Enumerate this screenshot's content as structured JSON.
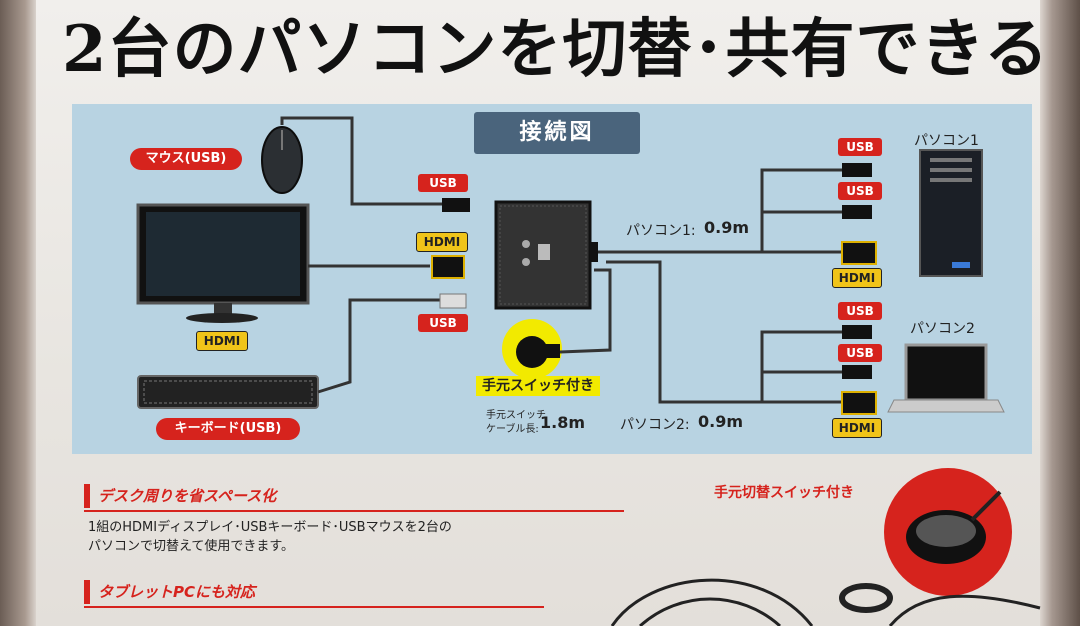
{
  "headline": "2台のパソコンを切替･共有できる",
  "diagram": {
    "title": "接続図",
    "labels": {
      "mouse": "マウス(USB)",
      "keyboard": "キーボード(USB)",
      "monitor_hdmi": "HDMI",
      "usb_top": "USB",
      "hdmi_mid": "HDMI",
      "usb_mid": "USB",
      "hand_switch": "手元スイッチ付き",
      "switch_cable_line1": "手元スイッチ",
      "switch_cable_line2": "ケーブル長:",
      "switch_cable_len": "1.8m",
      "pc1_cable_label": "パソコン1:",
      "pc1_cable_len": "0.9m",
      "pc2_cable_label": "パソコン2:",
      "pc2_cable_len": "0.9m",
      "pc1_name": "パソコン1",
      "pc2_name": "パソコン2",
      "pc1_usb1": "USB",
      "pc1_usb2": "USB",
      "pc1_hdmi": "HDMI",
      "pc2_usb1": "USB",
      "pc2_usb2": "USB",
      "pc2_hdmi": "HDMI"
    }
  },
  "sections": [
    {
      "heading": "デスク周りを省スペース化",
      "body_line1": "1組のHDMIディスプレイ･USBキーボード･USBマウスを2台の",
      "body_line2": "パソコンで切替えて使用できます。"
    },
    {
      "heading": "タブレットPCにも対応"
    }
  ],
  "switch_photo_heading": "手元切替スイッチ付き",
  "colors": {
    "accent_red": "#d6231d",
    "panel_blue": "#b8d3e2",
    "title_navy": "#4a647c",
    "hdmi_gold": "#f0c419"
  }
}
